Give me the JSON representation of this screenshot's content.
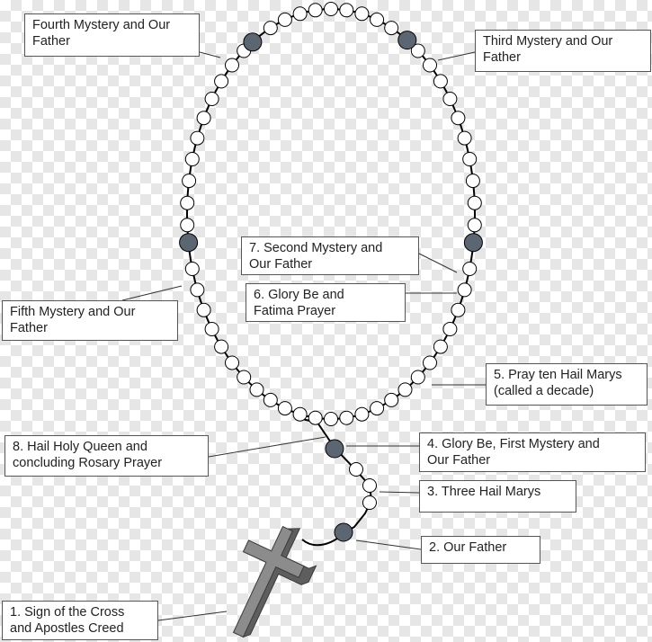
{
  "colors": {
    "bead_fill": "#ffffff",
    "our_father_bead": "#5b6672",
    "cord": "#000000",
    "cross_face": "#8c8c8c",
    "cross_side": "#5e5e5e"
  },
  "labels": {
    "fourth": "Fourth Mystery and Our\nFather",
    "third": "Third Mystery and Our\nFather",
    "seventh": "7. Second Mystery and\nOur Father",
    "sixth": "6. Glory Be and\nFatima Prayer",
    "fifth": "Fifth Mystery and Our\nFather",
    "five_pray": "5. Pray ten Hail Marys\n(called a decade)",
    "eight": "8. Hail Holy Queen and\nconcluding Rosary Prayer",
    "four": "4. Glory Be, First Mystery and\nOur Father",
    "three": "3. Three Hail Marys",
    "two": "2. Our Father",
    "one": "1. Sign of the Cross\nand Apostles Creed"
  }
}
